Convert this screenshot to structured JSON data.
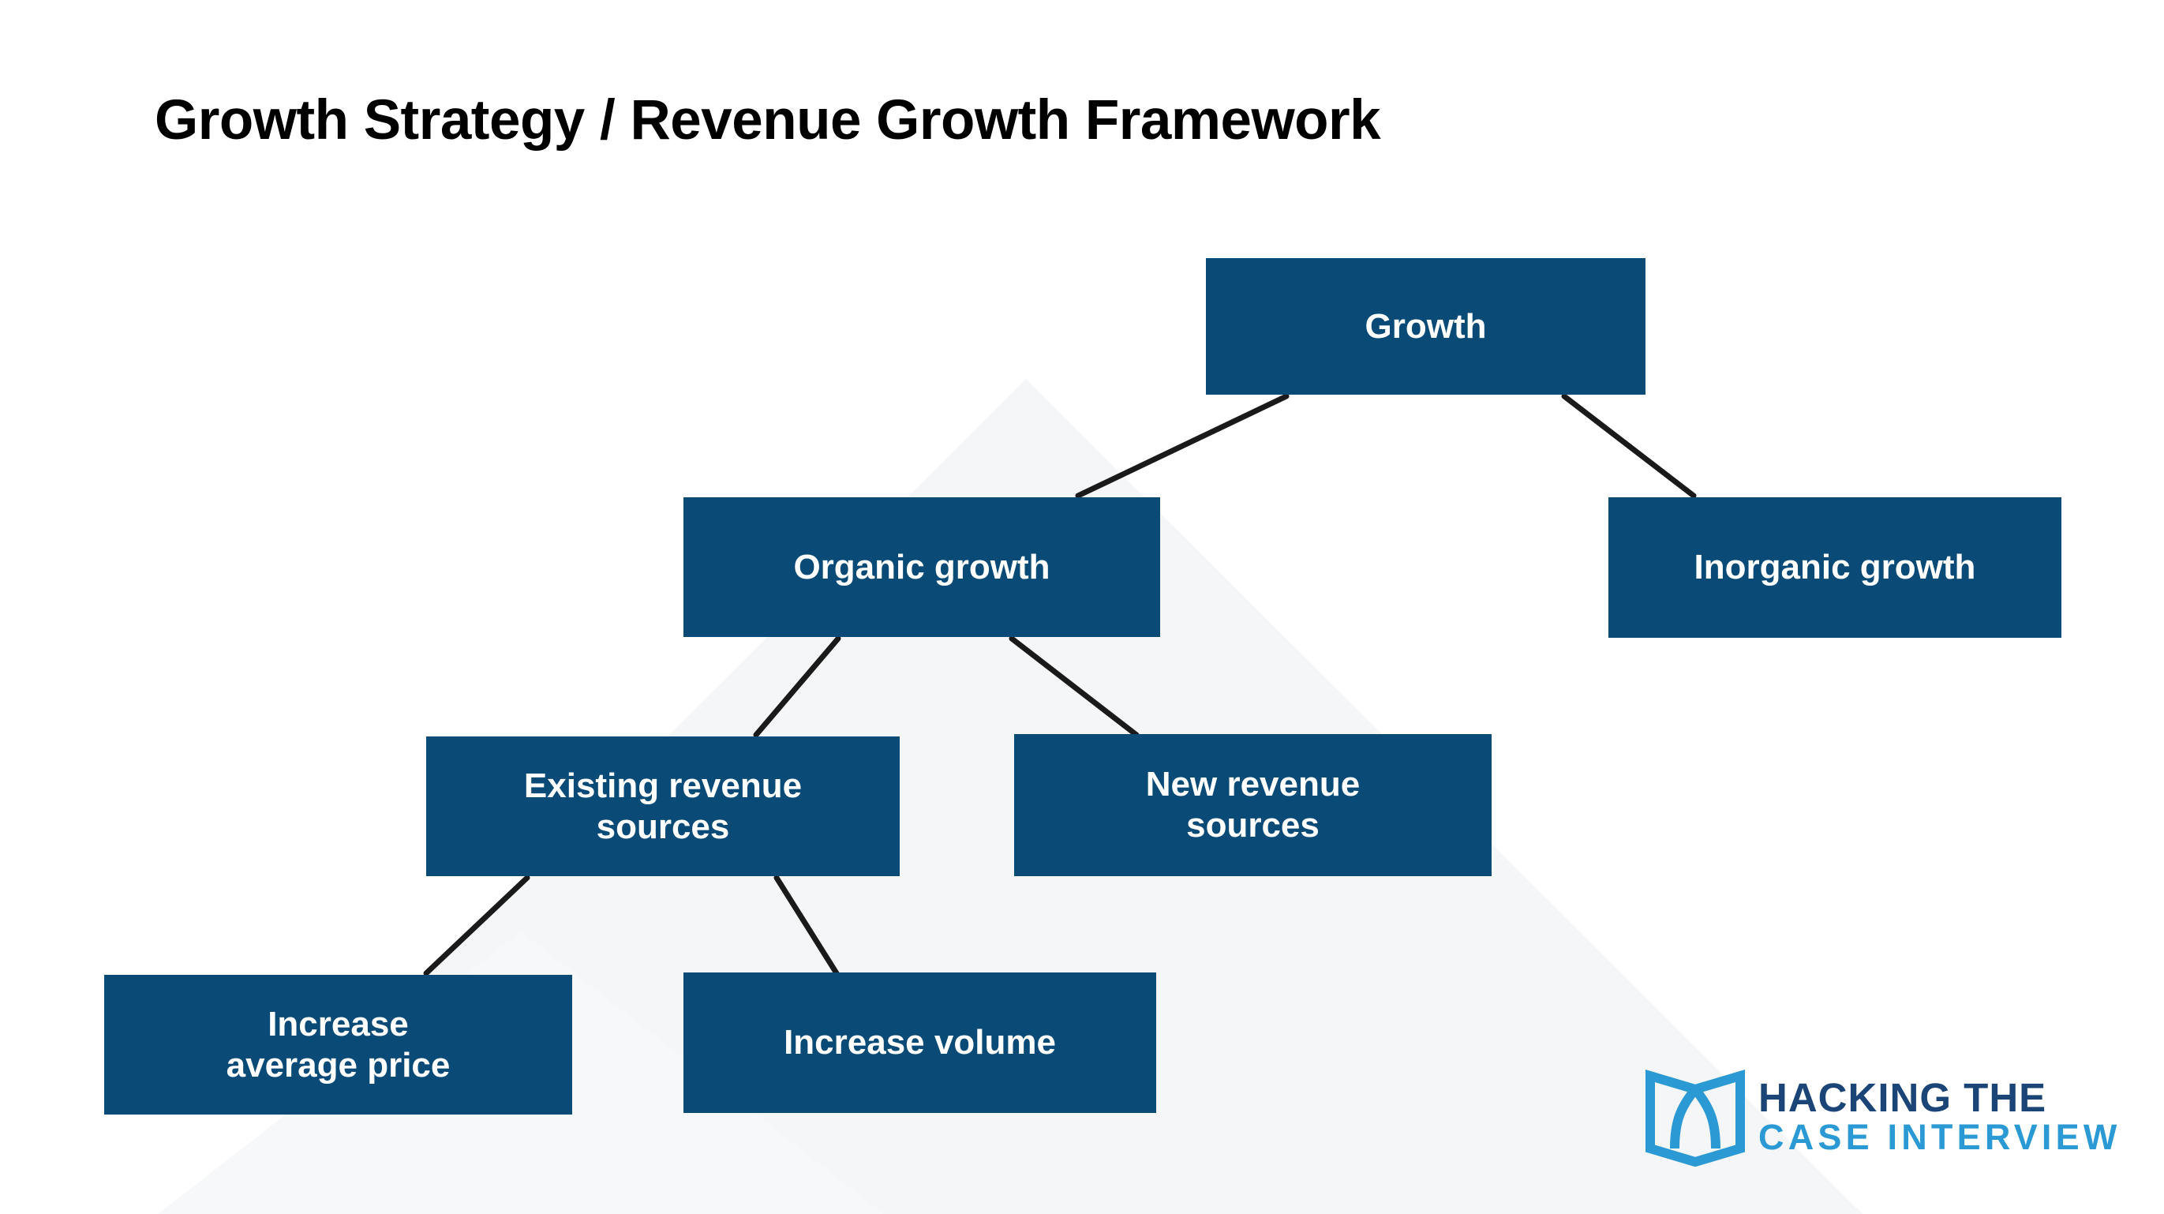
{
  "slide": {
    "title": "Growth Strategy / Revenue Growth Framework",
    "background_color": "#ffffff",
    "node_fill_color": "#0a4a76",
    "node_text_color": "#ffffff",
    "connector_color": "#1a1a1a"
  },
  "diagram": {
    "type": "tree",
    "nodes": [
      {
        "id": "growth",
        "label": "Growth",
        "level": 0
      },
      {
        "id": "organic-growth",
        "label": "Organic growth",
        "level": 1
      },
      {
        "id": "inorganic-growth",
        "label": "Inorganic growth",
        "level": 1
      },
      {
        "id": "existing-revenue",
        "label": "Existing revenue\nsources",
        "level": 2
      },
      {
        "id": "new-revenue",
        "label": "New revenue\nsources",
        "level": 2
      },
      {
        "id": "increase-price",
        "label": "Increase\naverage price",
        "level": 3
      },
      {
        "id": "increase-volume",
        "label": "Increase volume",
        "level": 3
      }
    ],
    "edges": [
      {
        "from": "growth",
        "to": "organic-growth"
      },
      {
        "from": "growth",
        "to": "inorganic-growth"
      },
      {
        "from": "organic-growth",
        "to": "existing-revenue"
      },
      {
        "from": "organic-growth",
        "to": "new-revenue"
      },
      {
        "from": "existing-revenue",
        "to": "increase-price"
      },
      {
        "from": "existing-revenue",
        "to": "increase-volume"
      }
    ]
  },
  "logo": {
    "line1": "HACKING THE",
    "line2": "CASE INTERVIEW",
    "mark_color": "#2b9ad4",
    "line1_color": "#1b4477",
    "line2_color": "#2b9ad4"
  }
}
